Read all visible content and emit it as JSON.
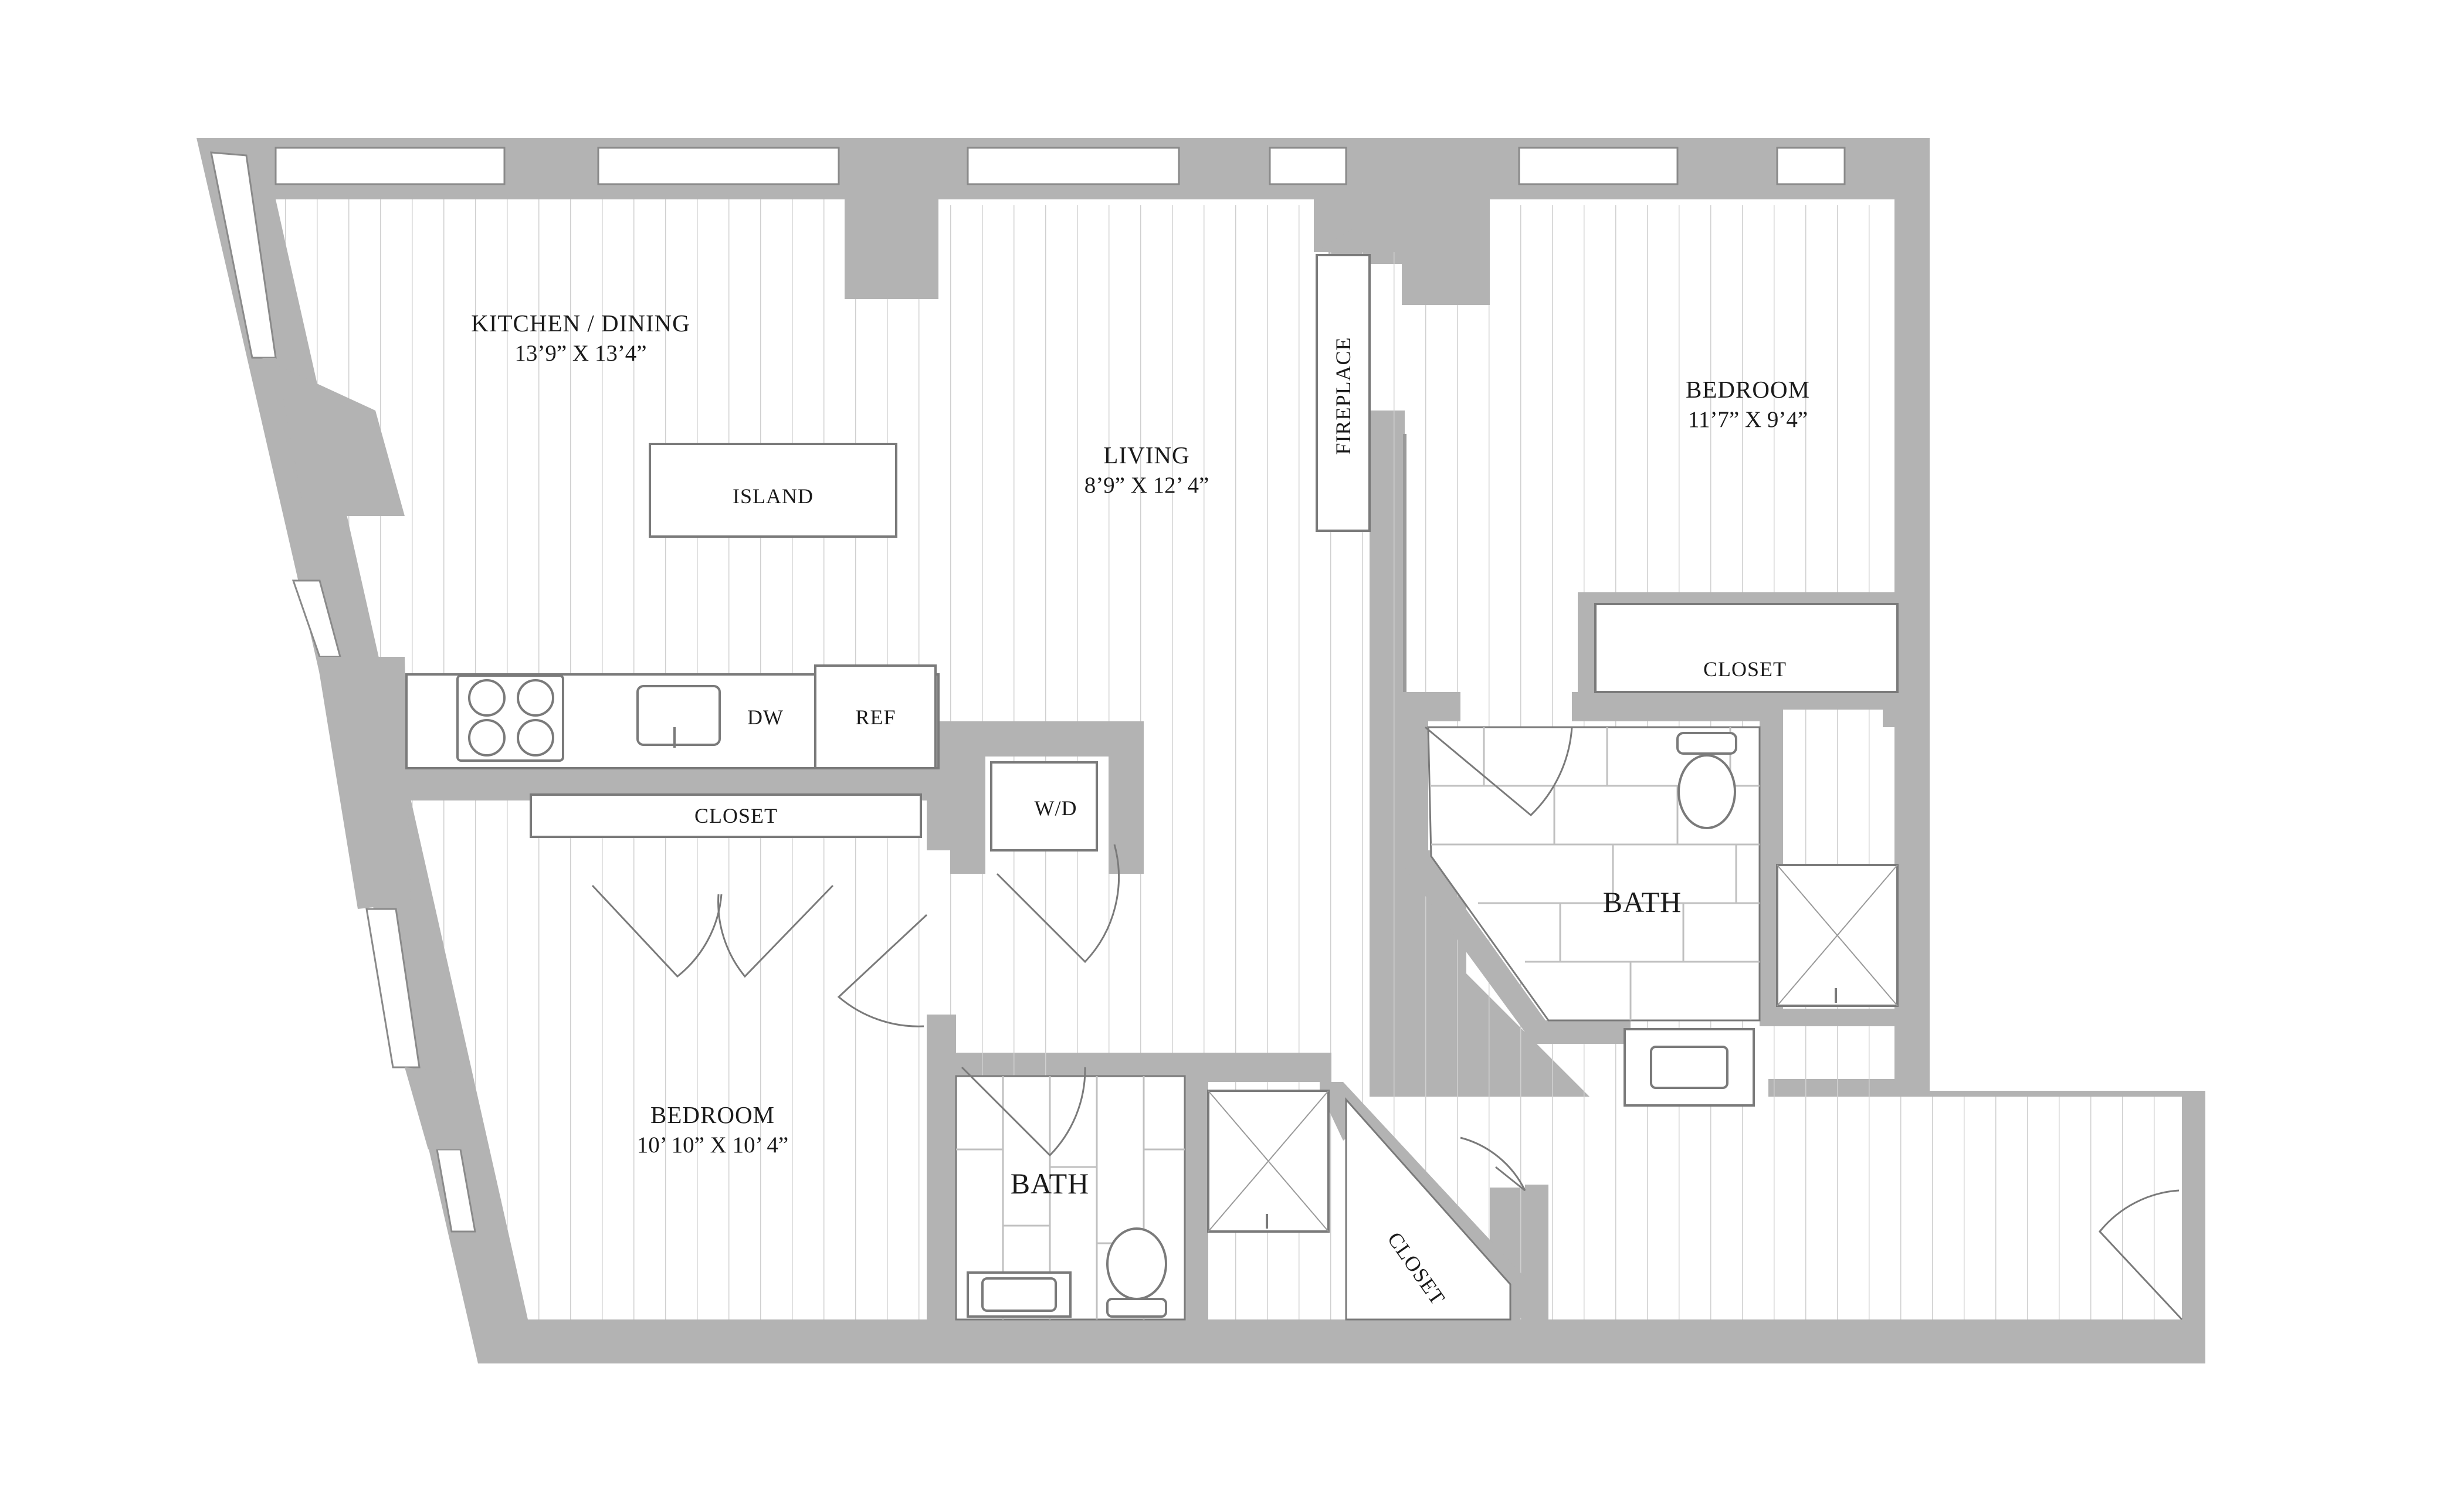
{
  "colors": {
    "wall": "#b3b3b3",
    "floor": "#ffffff",
    "plank_line": "#d0d0d0",
    "fixture_line": "#7a7a7a",
    "text": "#1a1a1a"
  },
  "rooms": {
    "kitchen": {
      "name": "KITCHEN / DINING",
      "dims": "13’9” X 13’4”"
    },
    "living": {
      "name": "LIVING",
      "dims": "8’9”  X 12’ 4”"
    },
    "bedroom_main": {
      "name": "BEDROOM",
      "dims": "11’7” X 9’4”"
    },
    "bedroom_second": {
      "name": "BEDROOM",
      "dims": "10’ 10” X 10’ 4”"
    },
    "bath_main": {
      "name": "BATH"
    },
    "bath_second": {
      "name": "BATH"
    }
  },
  "fixtures": {
    "island": "ISLAND",
    "dishwasher": "DW",
    "refrigerator": "REF",
    "washer_dryer": "W/D",
    "fireplace": "FIREPLACE",
    "closet_kitchen": "CLOSET",
    "closet_bedroom": "CLOSET",
    "closet_hall": "CLOSET"
  },
  "icons": [
    "cooktop-icon",
    "kitchen-sink-icon",
    "toilet-icon",
    "shower-icon",
    "vanity-sink-icon",
    "door-swing-icon"
  ]
}
